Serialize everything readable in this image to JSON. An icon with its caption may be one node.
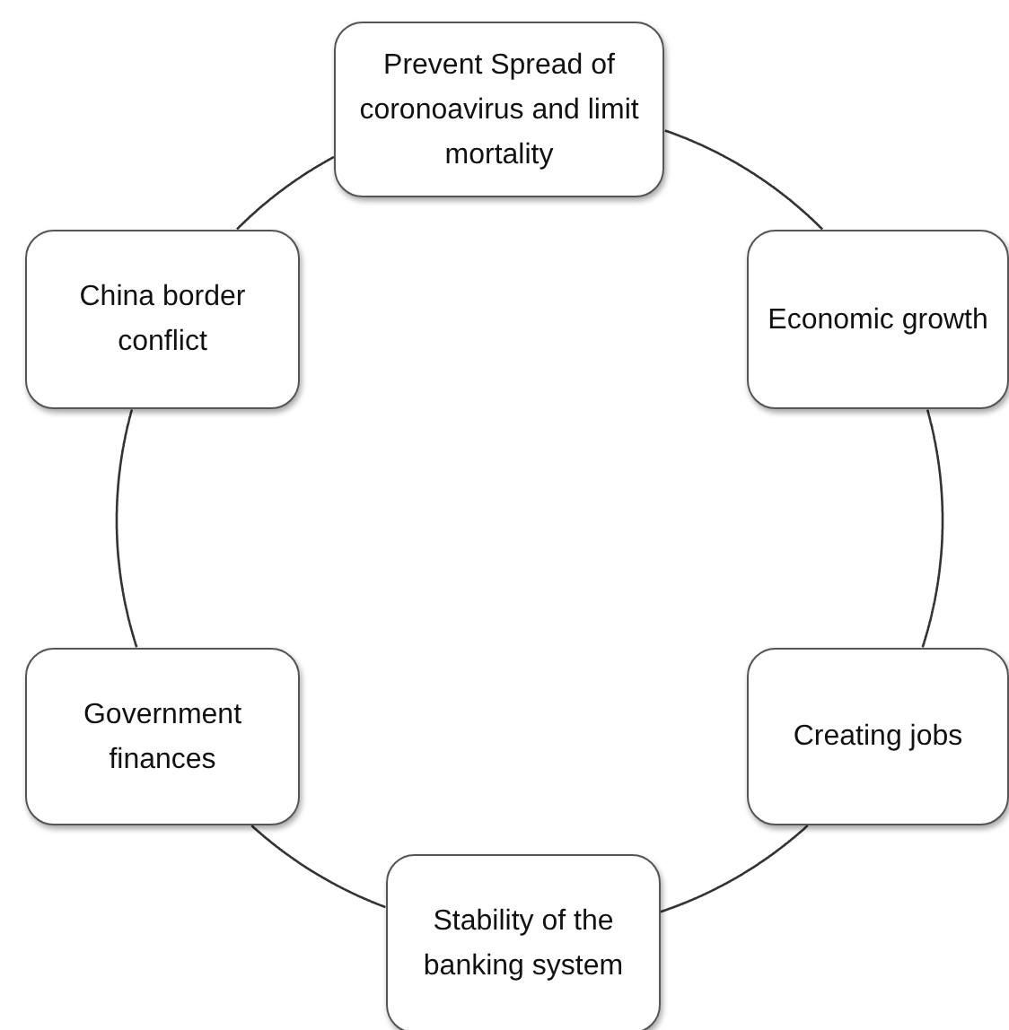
{
  "diagram": {
    "nodes": [
      {
        "text": [
          "Prevent Spread of coronoavirus and limit mortality"
        ]
      },
      {
        "text": [
          "Economic growth"
        ]
      },
      {
        "text": [
          "Creating jobs"
        ]
      },
      {
        "text": [
          "Stability of the banking system"
        ]
      },
      {
        "text": [
          "Government finances"
        ]
      },
      {
        "text": [
          "China border conflict"
        ]
      }
    ],
    "edges": [
      {
        "from": 0,
        "to": 1,
        "arrow": "none"
      },
      {
        "from": 1,
        "to": 2,
        "arrow": "none"
      },
      {
        "from": 2,
        "to": 3,
        "arrow": "none"
      },
      {
        "from": 3,
        "to": 4,
        "arrow": "none"
      },
      {
        "from": 4,
        "to": 5,
        "arrow": "none"
      },
      {
        "from": 5,
        "to": 0,
        "arrow": "none"
      }
    ]
  }
}
